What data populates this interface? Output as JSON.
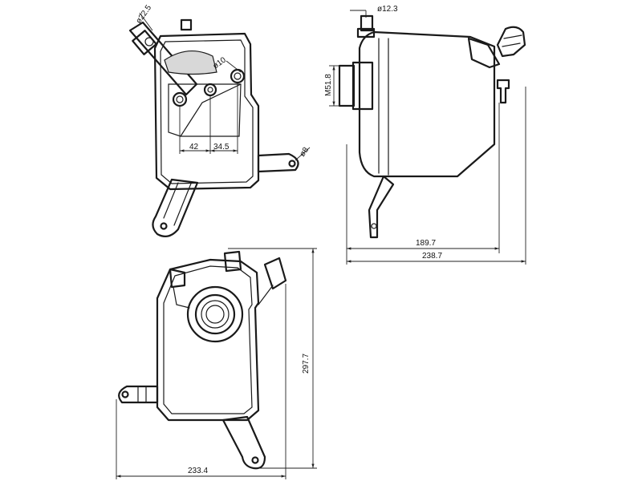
{
  "dimensions": {
    "hose_dia": "ø22.5",
    "port_dia": "ø10",
    "offset_a": "42",
    "offset_b": "34.5",
    "mount_dia": "ø8",
    "nipple_dia": "ø12.3",
    "cap_thread": "M51.8",
    "body_depth": "189.7",
    "total_depth": "238.7",
    "total_height": "297.7",
    "total_width": "233.4"
  }
}
